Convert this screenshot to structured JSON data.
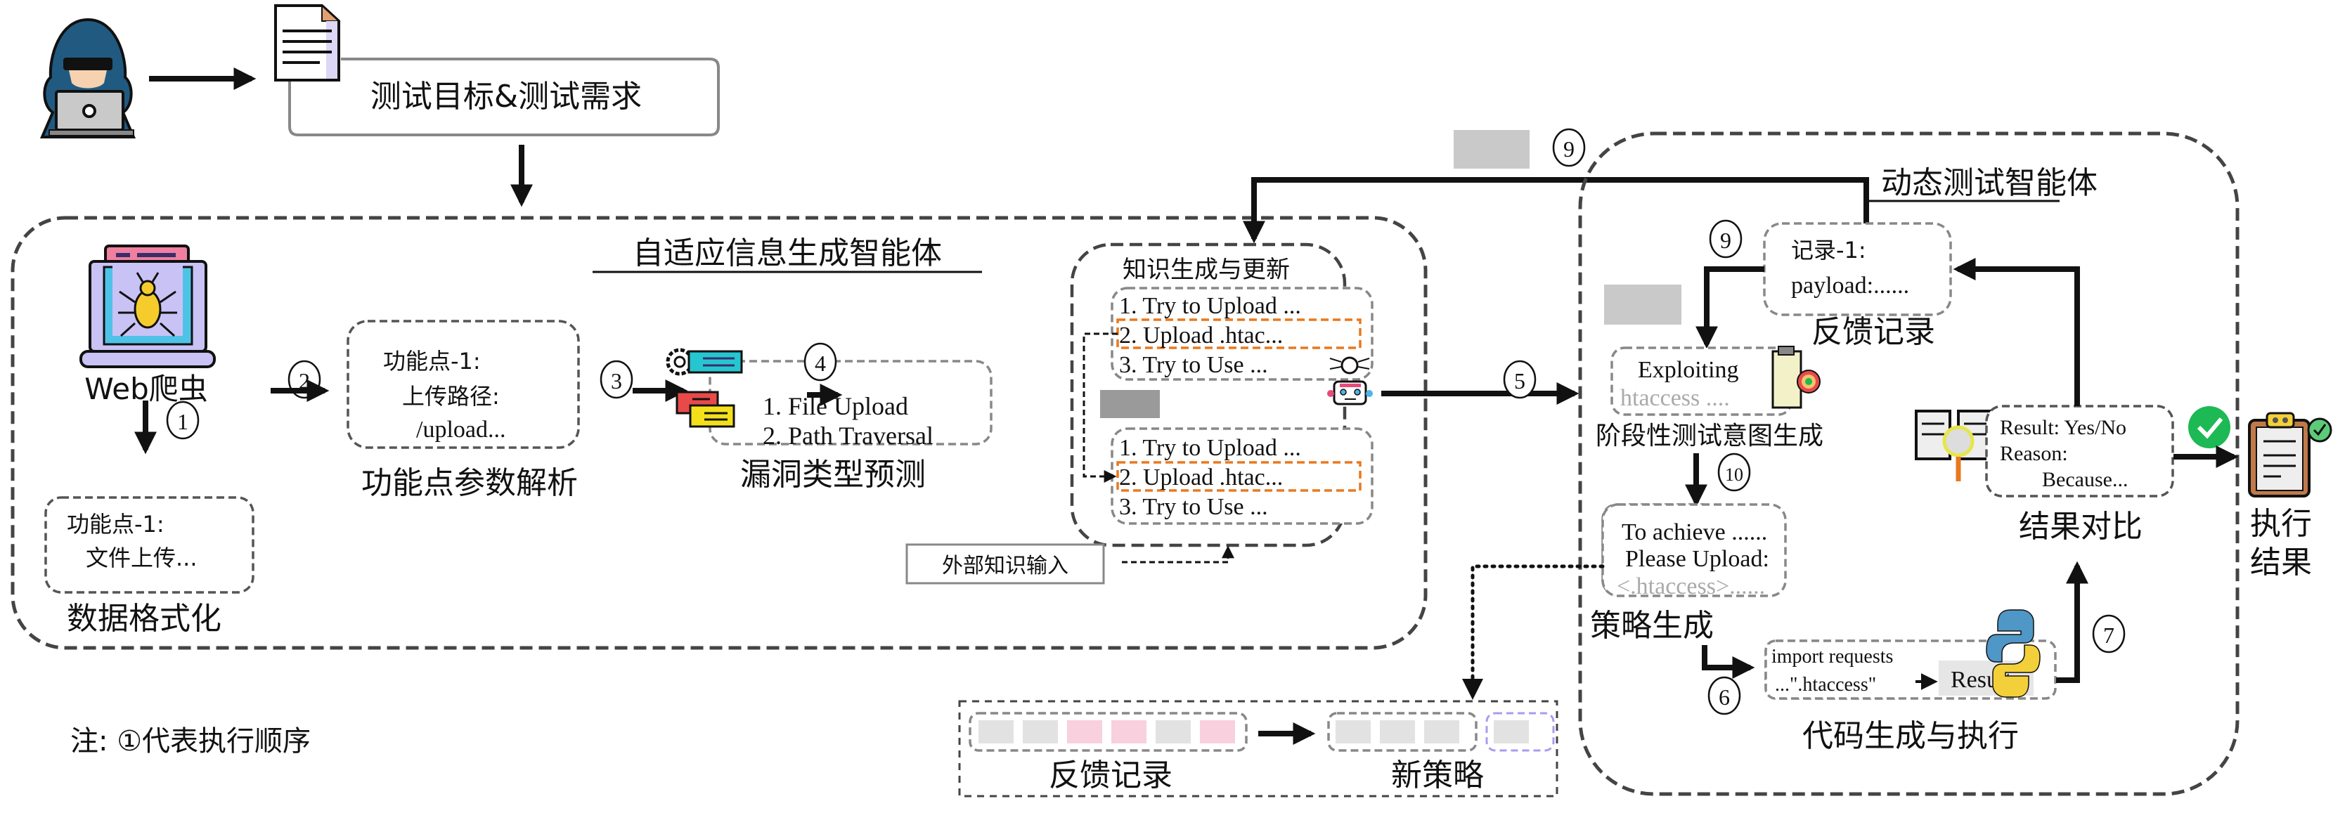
{
  "top": {
    "requirement_box": "测试目标&测试需求"
  },
  "left_agent": {
    "title": "自适应信息生成智能体",
    "crawler_label": "Web爬虫",
    "step1": "①",
    "step2": "②",
    "step3": "③",
    "step4": "④",
    "format_box": {
      "line1": "功能点-1:",
      "line2": "文件上传..."
    },
    "format_label": "数据格式化",
    "param_box": {
      "line1": "功能点-1:",
      "line2": "上传路径:",
      "line3": "/upload..."
    },
    "param_label": "功能点参数解析",
    "vuln_box": {
      "line1": "1. File Upload",
      "line2": "2. Path Traversal"
    },
    "vuln_label": "漏洞类型预测",
    "knowledge": {
      "title": "知识生成与更新",
      "list_top": [
        "1. Try to Upload ...",
        "2. Upload .htac...",
        "3. Try to Use ..."
      ],
      "list_bottom": [
        "1. Try to Upload ...",
        "2. Upload .htac...",
        "3. Try to Use ..."
      ]
    },
    "external_input": "外部知识输入"
  },
  "right_agent": {
    "title": "动态测试智能体",
    "step5": "⑤",
    "step6": "⑥",
    "step7": "⑦",
    "step9_top": "⑨",
    "step9_inner": "⑨",
    "step10": "⑩",
    "feedback_box": {
      "line1": "记录-1:",
      "line2": "payload:......"
    },
    "feedback_label": "反馈记录",
    "intent_box": {
      "line1": "Exploiting",
      "line2": "htaccess ...."
    },
    "intent_label": "阶段性测试意图生成",
    "strategy_box": {
      "line1": "To achieve ......",
      "line2": "Please Upload:",
      "line3": "<.htaccess>......"
    },
    "strategy_label": "策略生成",
    "code_box": {
      "line1": "import requests",
      "line2": "...\".htaccess\"",
      "results": "Results"
    },
    "code_label": "代码生成与执行",
    "result_box": {
      "line1": "Result: Yes/No",
      "line2": "Reason:",
      "line3": "Because..."
    },
    "result_label": "结果对比"
  },
  "output": {
    "label_line1": "执行",
    "label_line2": "结果"
  },
  "bottom_strip": {
    "feedback_label": "反馈记录",
    "new_strategy_label": "新策略",
    "feedback_cells": [
      "gray",
      "gray",
      "pink",
      "pink",
      "gray",
      "pink"
    ],
    "strategy_cells": [
      "gray",
      "gray",
      "gray"
    ],
    "extra_cells": [
      "gray"
    ]
  },
  "note": "注: ①代表执行顺序",
  "colors": {
    "orange_highlight": "#e8791f",
    "gray_cell": "#e2e2e2",
    "pink_cell": "#f8d0de",
    "check_green": "#1db954",
    "hacker_blue": "#215a80"
  }
}
